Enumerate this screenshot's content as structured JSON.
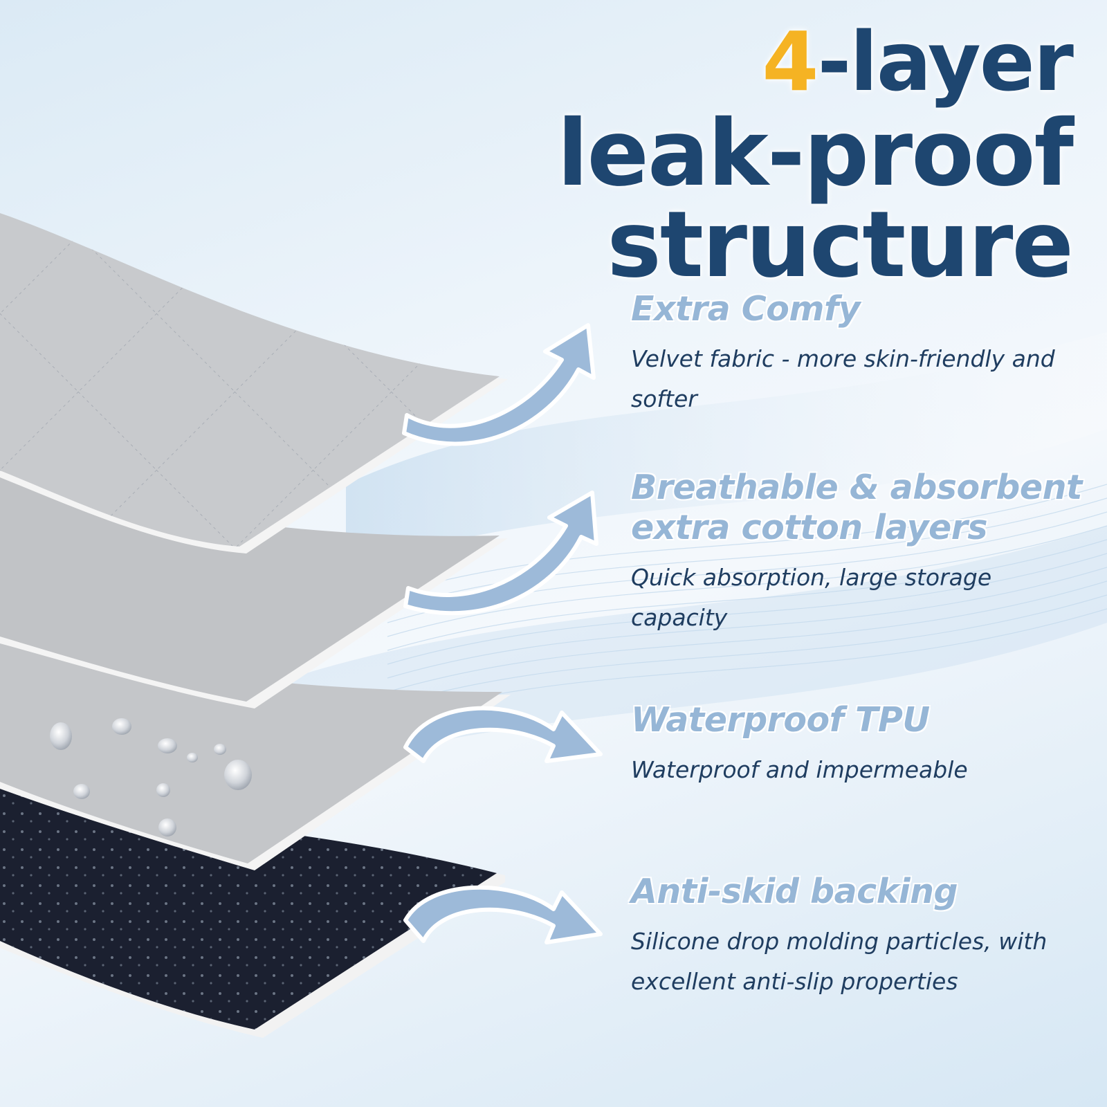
{
  "title": {
    "accent": "4",
    "line1_rest": "-layer",
    "line2": "leak-proof structure"
  },
  "colors": {
    "title": "#1e4670",
    "accent": "#f5b323",
    "feature_title": "#96b6d6",
    "feature_text": "#1f3d60",
    "arrow": "#9dbad9"
  },
  "features": [
    {
      "title": "Extra Comfy",
      "description": "Velvet fabric - more skin-friendly and softer",
      "icon": "curved-arrow-icon"
    },
    {
      "title": "Breathable & absorbent extra cotton layers",
      "description": "Quick absorption, large storage capacity",
      "icon": "curved-arrow-icon"
    },
    {
      "title": "Waterproof TPU",
      "description": "Waterproof and impermeable",
      "icon": "curved-arrow-icon"
    },
    {
      "title": "Anti-skid backing",
      "description": "Silicone drop molding particles, with excellent anti-slip properties",
      "icon": "curved-arrow-icon"
    }
  ]
}
